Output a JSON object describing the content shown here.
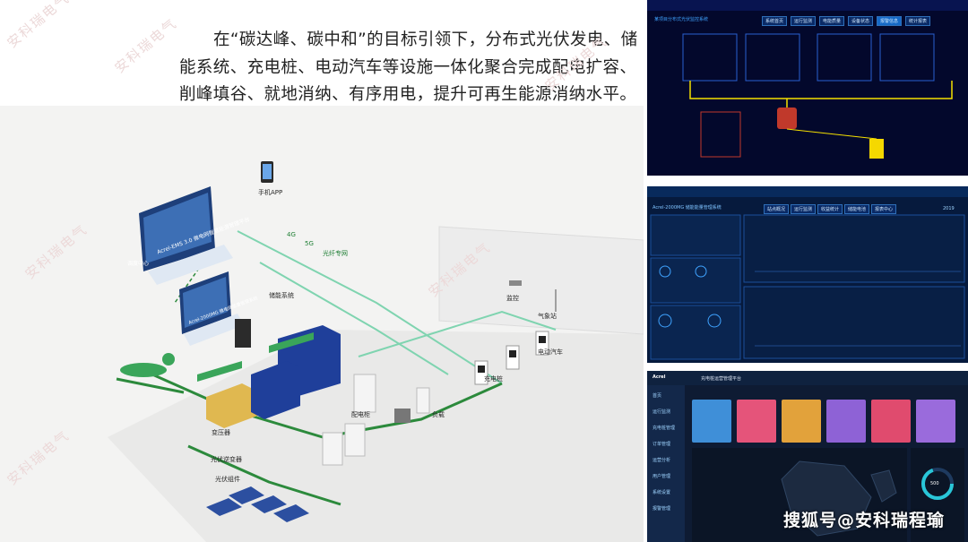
{
  "intro_text": "在“碳达峰、碳中和”的目标引领下，分布式光伏发电、储能系统、充电桩、电动汽车等设施一体化聚合完成配电扩容、削峰填谷、就地消纳、有序用电，提升可再生能源消纳水平。",
  "watermark": "安科瑞电气",
  "credit": "搜狐号@安科瑞程瑜",
  "diagram": {
    "platform_title": "Acrel-EMS 3.0 微电网智慧能源管理平台",
    "controller_title": "Acrel-2000MG 微电网能量管理系统",
    "phone_label": "手机APP",
    "dispatch_center": "调度中心",
    "network_items": [
      "4G",
      "5G",
      "光纤专网"
    ],
    "labels": {
      "storage": "储能系统",
      "pv": "光伏组件",
      "inverter": "光伏逆变器",
      "charger": "充电桩",
      "ev": "电动汽车",
      "camera": "监控",
      "weather": "气象站",
      "cabinet": "配电柜",
      "load": "负载",
      "transformer": "变压器"
    }
  },
  "panel1": {
    "title": "某项目分布式光伏监控系统",
    "tabs": [
      "系统首页",
      "运行监测",
      "电能质量",
      "设备状态",
      "报警信息",
      "统计报表"
    ]
  },
  "panel2": {
    "title": "Acrel-2000MG 储能能量管理系统",
    "tabs": [
      "站点概况",
      "运行监测",
      "收益统计",
      "储能电池",
      "报表中心"
    ],
    "time": "2019"
  },
  "panel3": {
    "logo": "Acrel",
    "title": "充电桩运营管理平台",
    "menu": [
      "首页",
      "运行监测",
      "充电桩管理",
      "订单管理",
      "运营分析",
      "用户管理",
      "系统设置",
      "报警管理"
    ],
    "cards": [
      {
        "color": "#3f8fd8"
      },
      {
        "color": "#e5547a"
      },
      {
        "color": "#e2a23b"
      },
      {
        "color": "#8e62d6"
      },
      {
        "color": "#e04b6e"
      },
      {
        "color": "#9a6bdc"
      }
    ],
    "ring_value": "500"
  }
}
